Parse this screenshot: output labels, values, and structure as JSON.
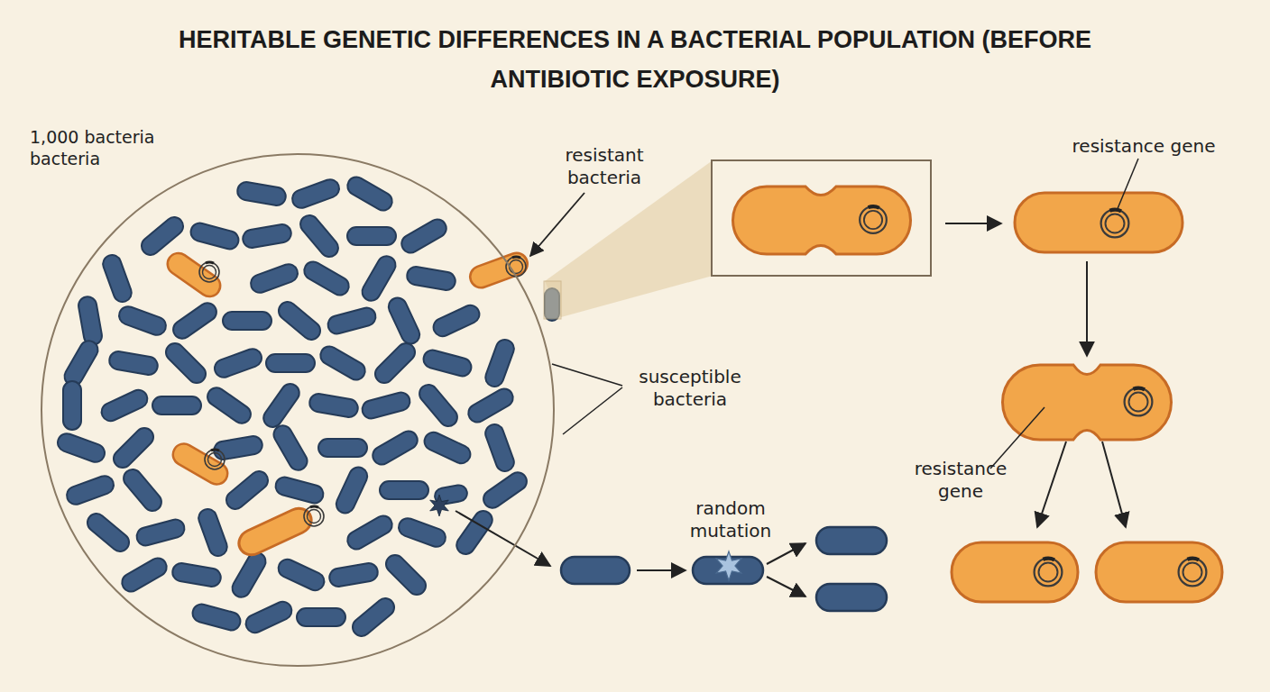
{
  "diagram": {
    "title": "HERITABLE GENETIC DIFFERENCES IN A BACTERIAL POPULATION (BEFORE ANTIBIOTIC EXPOSURE)",
    "nodes": [
      {
        "text": [
          "1,000 bacteria bacteria"
        ]
      }
    ],
    "labels": [
      "resistant bacteria",
      "resistance gene",
      "susceptible bacteria",
      "resistance gene",
      "random mutation"
    ]
  }
}
